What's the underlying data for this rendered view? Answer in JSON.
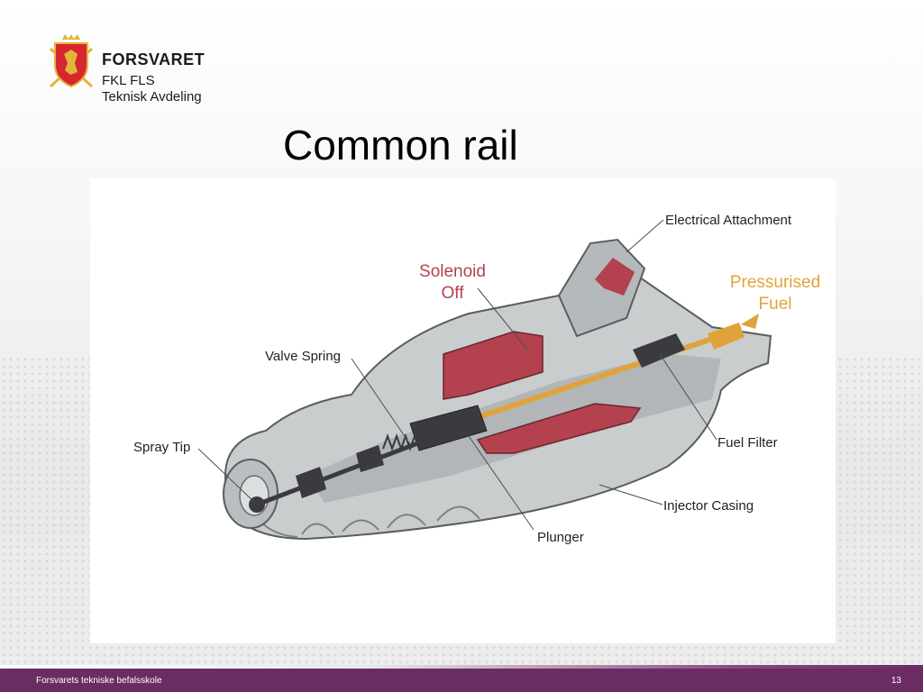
{
  "header": {
    "brand": "FORSVARET",
    "subtitle_line1": "FKL FLS",
    "subtitle_line2": "Teknisk Avdeling",
    "title": "Common rail"
  },
  "diagram": {
    "labels": {
      "electrical_attachment": "Electrical Attachment",
      "solenoid_line1": "Solenoid",
      "solenoid_line2": "Off",
      "pressurised_line1": "Pressurised",
      "pressurised_line2": "Fuel",
      "valve_spring": "Valve Spring",
      "spray_tip": "Spray Tip",
      "fuel_filter": "Fuel Filter",
      "injector_casing": "Injector Casing",
      "plunger": "Plunger"
    },
    "colors": {
      "solenoid": "#b3414e",
      "fuel": "#e0a33c",
      "casing": "#c9cdce",
      "internal": "#3a3a40"
    }
  },
  "footer": {
    "org": "Forsvarets tekniske befalsskole",
    "page": "13"
  },
  "colors": {
    "footer_bar": "#6b2c63",
    "logo_red": "#d8262e",
    "logo_gold": "#e3b43b"
  }
}
